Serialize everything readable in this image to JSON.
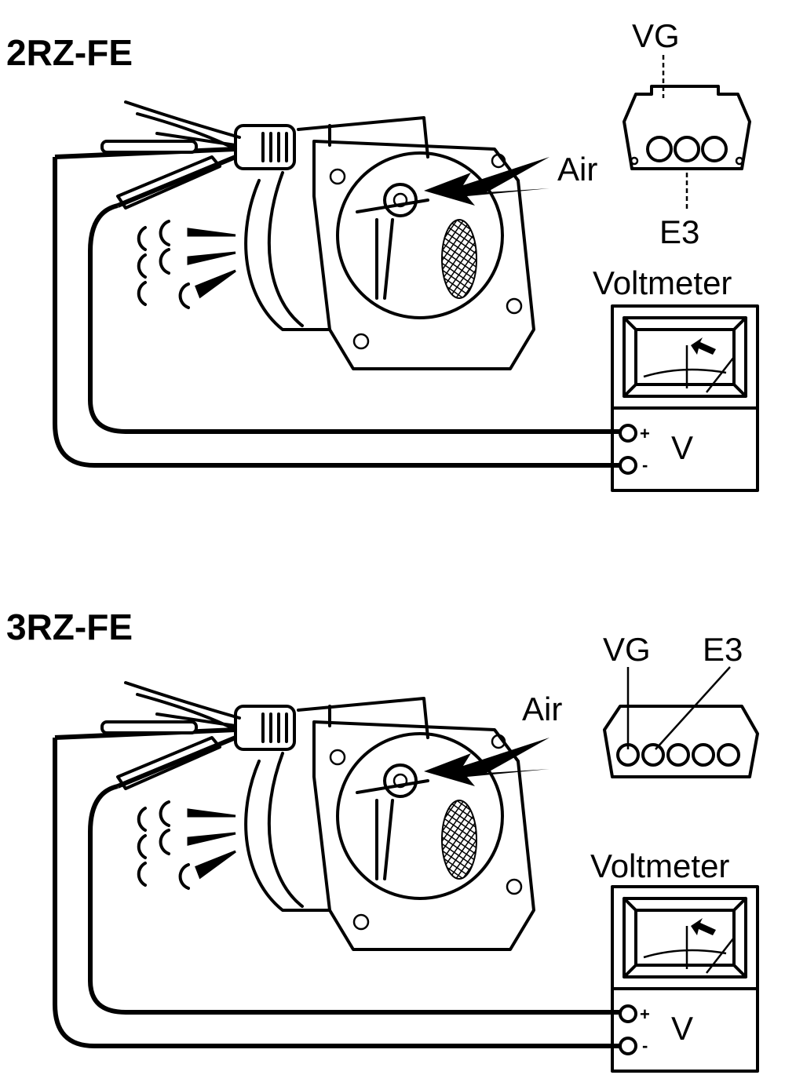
{
  "panels": [
    {
      "title": "2RZ-FE",
      "air_label": "Air",
      "terminal_labels": [
        "VG",
        "E3"
      ],
      "meter_label": "Voltmeter",
      "meter_symbol": "V",
      "plus": "+",
      "minus": "-"
    },
    {
      "title": "3RZ-FE",
      "air_label": "Air",
      "terminal_labels": [
        "VG",
        "E3"
      ],
      "meter_label": "Voltmeter",
      "meter_symbol": "V",
      "plus": "+",
      "minus": "-"
    }
  ]
}
